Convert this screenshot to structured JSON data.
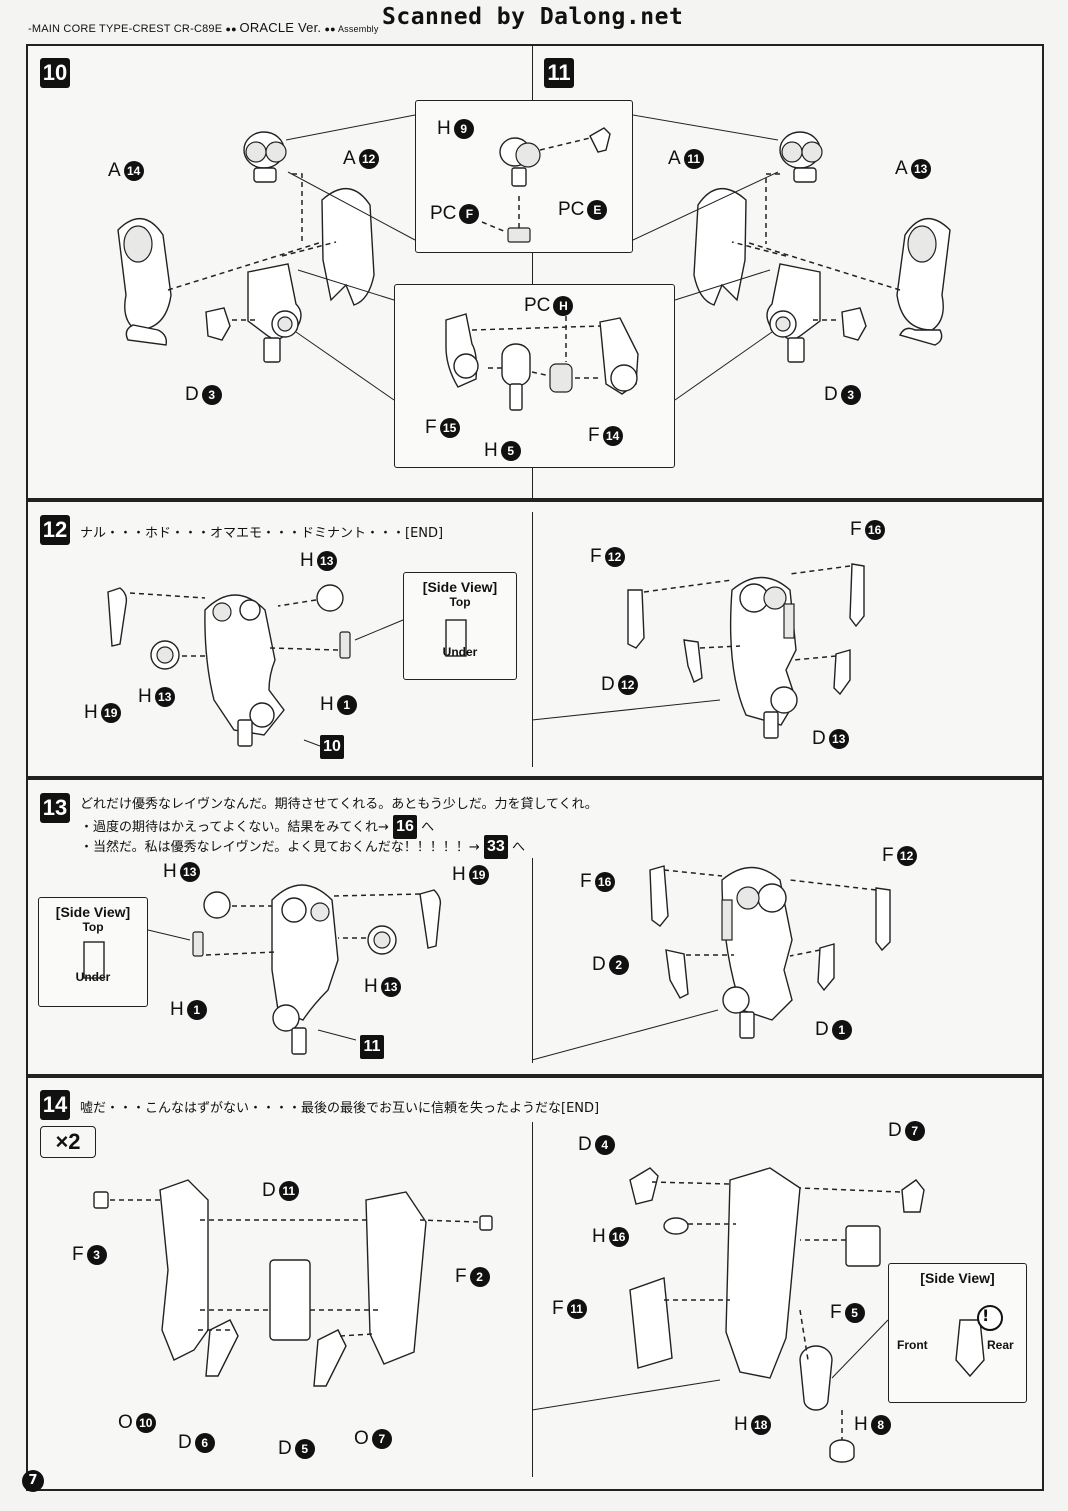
{
  "header": {
    "left_a": "-MAIN CORE TYPE-CREST  CR-C89E",
    "left_b": "ORACLE Ver.",
    "left_c": "Assembly",
    "watermark": "Scanned by Dalong.net"
  },
  "steps": {
    "s10": "10",
    "s11": "11",
    "s12": "12",
    "s13": "13",
    "s14": "14"
  },
  "text": {
    "s12_line": "ナル・・・ホド・・・オマエモ・・・ドミナント・・・[END]",
    "s13_line1": "どれだけ優秀なレイヴンなんだ。期待させてくれる。あともう少しだ。力を貸してくれ。",
    "s13_line2a": "・過度の期待はかえってよくない。結果をみてくれ→",
    "s13_line2_ref": "16",
    "s13_line2b": "へ",
    "s13_line3a": "・当然だ。私は優秀なレイヴンだ。よく見ておくんだな！！！！！→",
    "s13_line3_ref": "33",
    "s13_line3b": "へ",
    "s14_line": "嘘だ・・・こんなはずがない・・・・最後の最後でお互いに信頼を失ったようだな[END]",
    "x2": "×2",
    "page": "7"
  },
  "side_view": {
    "title": "[Side View]",
    "top": "Top",
    "under": "Under",
    "front": "Front",
    "rear": "Rear",
    "warn": "!"
  },
  "labels": {
    "p10_a14": {
      "l": "A",
      "n": "14"
    },
    "p10_a12": {
      "l": "A",
      "n": "12"
    },
    "p10_d3": {
      "l": "D",
      "n": "3"
    },
    "p10_h9": {
      "l": "H",
      "n": "9"
    },
    "p10_pcf": {
      "l": "PC",
      "n": "F"
    },
    "p10_pce": {
      "l": "PC",
      "n": "E"
    },
    "p10_pch": {
      "l": "PC",
      "n": "H"
    },
    "p10_f15": {
      "l": "F",
      "n": "15"
    },
    "p10_h5": {
      "l": "H",
      "n": "5"
    },
    "p10_f14": {
      "l": "F",
      "n": "14"
    },
    "p11_a11": {
      "l": "A",
      "n": "11"
    },
    "p11_a13": {
      "l": "A",
      "n": "13"
    },
    "p11_d3": {
      "l": "D",
      "n": "3"
    },
    "p12_h13a": {
      "l": "H",
      "n": "13"
    },
    "p12_h19": {
      "l": "H",
      "n": "19"
    },
    "p12_h13b": {
      "l": "H",
      "n": "13"
    },
    "p12_h1": {
      "l": "H",
      "n": "1"
    },
    "p12_ref10": "10",
    "p12r_f12": {
      "l": "F",
      "n": "12"
    },
    "p12r_f16": {
      "l": "F",
      "n": "16"
    },
    "p12r_d12": {
      "l": "D",
      "n": "12"
    },
    "p12r_d13": {
      "l": "D",
      "n": "13"
    },
    "p13_h13a": {
      "l": "H",
      "n": "13"
    },
    "p13_h19": {
      "l": "H",
      "n": "19"
    },
    "p13_h13b": {
      "l": "H",
      "n": "13"
    },
    "p13_h1": {
      "l": "H",
      "n": "1"
    },
    "p13_ref11": "11",
    "p13r_f16": {
      "l": "F",
      "n": "16"
    },
    "p13r_f12": {
      "l": "F",
      "n": "12"
    },
    "p13r_d2": {
      "l": "D",
      "n": "2"
    },
    "p13r_d1": {
      "l": "D",
      "n": "1"
    },
    "p14_f3": {
      "l": "F",
      "n": "3"
    },
    "p14_d11": {
      "l": "D",
      "n": "11"
    },
    "p14_f2": {
      "l": "F",
      "n": "2"
    },
    "p14_o10": {
      "l": "O",
      "n": "10"
    },
    "p14_d6": {
      "l": "D",
      "n": "6"
    },
    "p14_d5": {
      "l": "D",
      "n": "5"
    },
    "p14_o7": {
      "l": "O",
      "n": "7"
    },
    "p14r_d4": {
      "l": "D",
      "n": "4"
    },
    "p14r_d7": {
      "l": "D",
      "n": "7"
    },
    "p14r_h16": {
      "l": "H",
      "n": "16"
    },
    "p14r_f5": {
      "l": "F",
      "n": "5"
    },
    "p14r_f11": {
      "l": "F",
      "n": "11"
    },
    "p14r_h18": {
      "l": "H",
      "n": "18"
    },
    "p14r_h8": {
      "l": "H",
      "n": "8"
    }
  }
}
